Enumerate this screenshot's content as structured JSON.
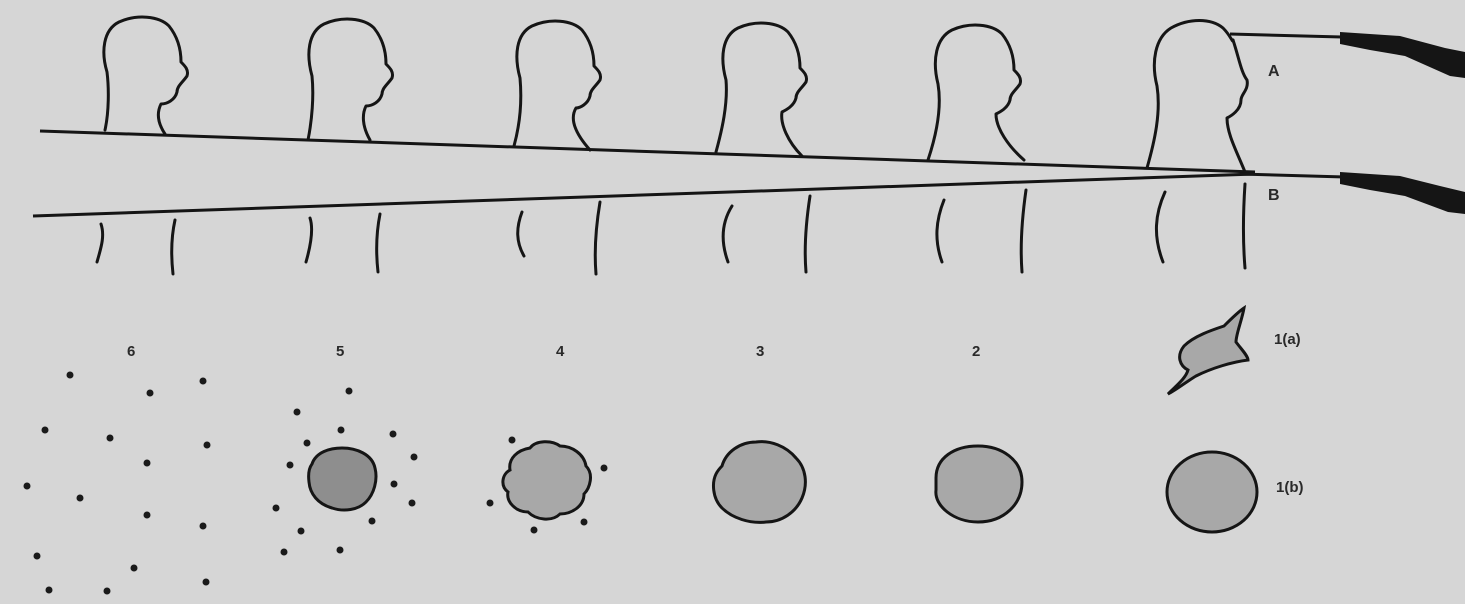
{
  "labels": {
    "line_a": "A",
    "line_b": "B",
    "stages": [
      "6",
      "5",
      "4",
      "3",
      "2",
      "1(a)"
    ],
    "row_b": "1(b)"
  },
  "colors": {
    "background": "#d6d6d6",
    "ink": "#151515",
    "fill": "#9a9a9a",
    "label": "#2a2a2a"
  }
}
